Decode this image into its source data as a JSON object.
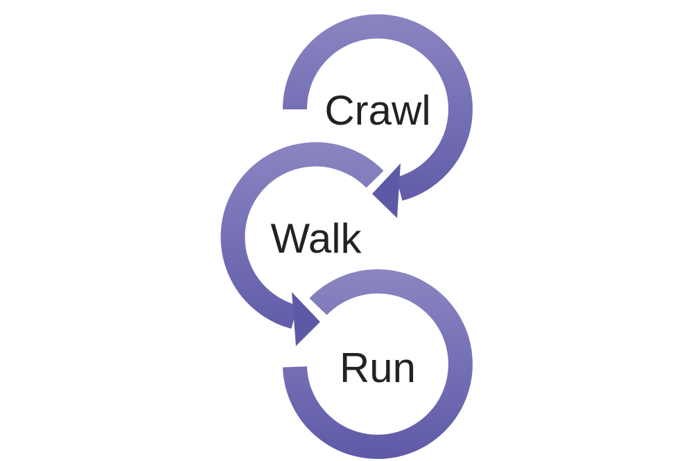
{
  "diagram": {
    "stages": [
      {
        "label": "Crawl"
      },
      {
        "label": "Walk"
      },
      {
        "label": "Run"
      }
    ],
    "colors": {
      "arrow_light": "#8a85c1",
      "arrow_dark": "#5e59a7",
      "text": "#222222"
    }
  }
}
